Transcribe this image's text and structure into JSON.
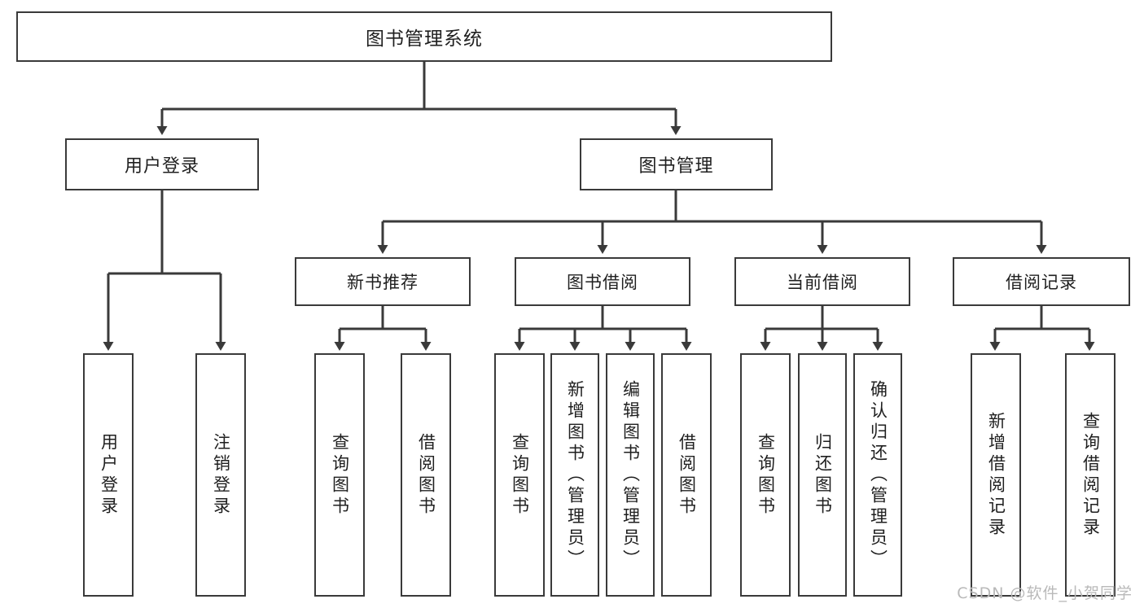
{
  "diagram": {
    "title": "图书管理系统",
    "type": "tree-hierarchy",
    "stroke_color": "#3a3a3a",
    "fill_color": "#ffffff",
    "text_color": "#1f1f1f"
  },
  "root": {
    "label": "图书管理系统"
  },
  "level2": [
    {
      "label": "用户登录"
    },
    {
      "label": "图书管理"
    }
  ],
  "level3": [
    {
      "label": "新书推荐"
    },
    {
      "label": "图书借阅"
    },
    {
      "label": "当前借阅"
    },
    {
      "label": "借阅记录"
    }
  ],
  "leaves": {
    "user_login": [
      {
        "label": "用户登录"
      },
      {
        "label": "注销登录"
      }
    ],
    "new_book": [
      {
        "label": "查询图书"
      },
      {
        "label": "借阅图书"
      }
    ],
    "book_borrow": [
      {
        "label": "查询图书"
      },
      {
        "label": "新增图书（管理员）"
      },
      {
        "label": "编辑图书（管理员）"
      },
      {
        "label": "借阅图书"
      }
    ],
    "current_borrow": [
      {
        "label": "查询图书"
      },
      {
        "label": "归还图书"
      },
      {
        "label": "确认归还（管理员）"
      }
    ],
    "borrow_record": [
      {
        "label": "新增借阅记录"
      },
      {
        "label": "查询借阅记录"
      }
    ]
  },
  "watermark": {
    "text": "CSDN @软件_小贺同学"
  }
}
